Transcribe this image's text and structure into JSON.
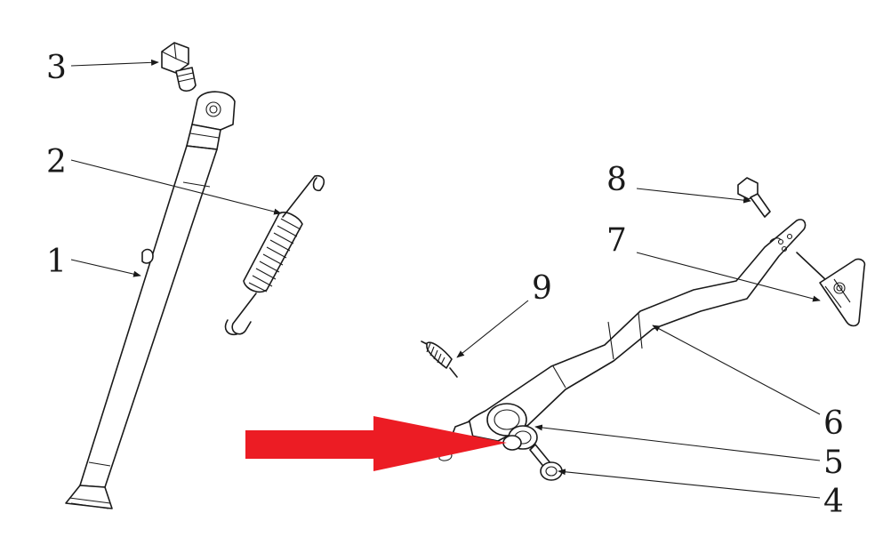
{
  "callouts": {
    "c1": "1",
    "c2": "2",
    "c3": "3",
    "c4": "4",
    "c5": "5",
    "c6": "6",
    "c7": "7",
    "c8": "8",
    "c9": "9"
  },
  "highlight_arrow": {
    "color": "#ec1c24",
    "points_to": "5"
  },
  "colors": {
    "line": "#1a1a1a",
    "background": "#ffffff"
  }
}
